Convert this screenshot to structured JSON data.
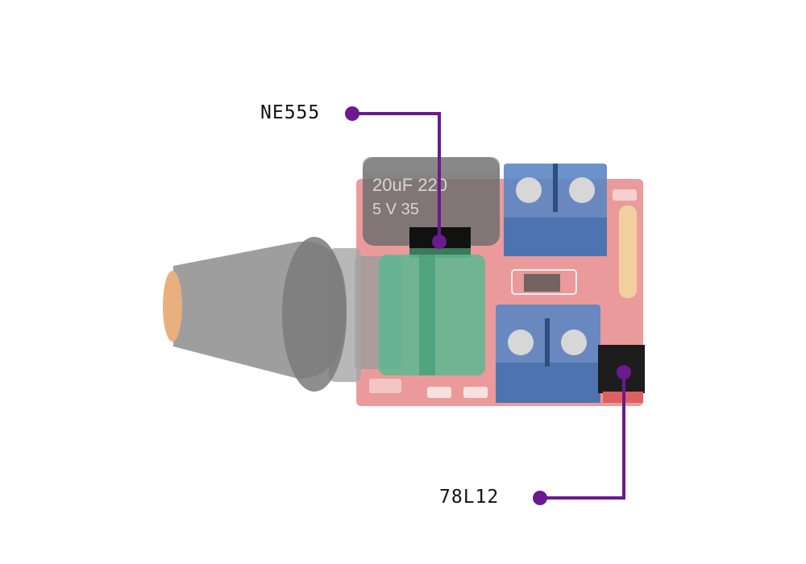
{
  "callouts": [
    {
      "id": "ne555",
      "label": "NE555"
    },
    {
      "id": "78l12",
      "label": "78L12"
    }
  ],
  "capacitor_markings": {
    "line1": "20uF 220",
    "line2": "5 V 35"
  },
  "colors": {
    "callout": "#6b1a8f",
    "pcb": "#e07c7c",
    "terminal": "#5b86c4",
    "pot_body": "#4fae86",
    "knob": "#8d8d8d",
    "knob_tip": "#e7b07e",
    "capacitor": "#6e6e6e"
  }
}
